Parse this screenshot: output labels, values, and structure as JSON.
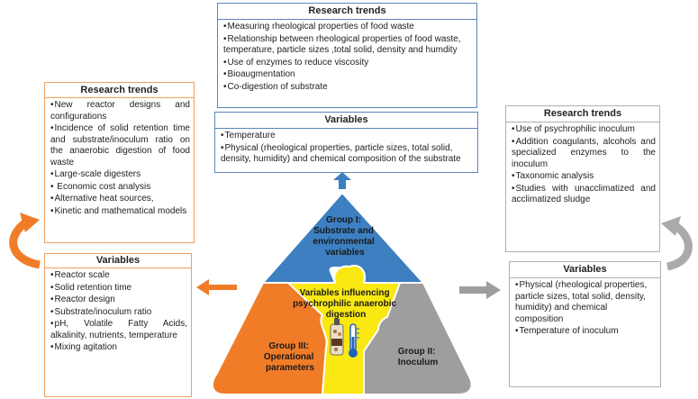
{
  "top": {
    "trends": {
      "title": "Research trends",
      "items": [
        "Measuring rheological properties of food waste",
        "Relationship between rheological properties of food waste, temperature, particle sizes ,total solid, density and humdity",
        "Use of enzymes to reduce viscosity",
        "Bioaugmentation",
        "Co-digestion of substrate"
      ]
    },
    "variables": {
      "title": "Variables",
      "items": [
        "Temperature",
        "Physical (rheological properties, particle sizes, total solid, density, humidity) and chemical composition of the substrate"
      ]
    }
  },
  "left": {
    "trends": {
      "title": "Research trends",
      "items": [
        "New reactor designs and configurations",
        "Incidence of solid retention time and substrate/inoculum ratio on the anaerobic digestion of food waste",
        "Large-scale digesters",
        " Economic cost analysis",
        "Alternative heat sources,",
        "Kinetic and mathematical models"
      ]
    },
    "variables": {
      "title": "Variables",
      "items": [
        "Reactor scale",
        "Solid retention time",
        "Reactor design",
        "Substrate/inoculum ratio",
        "pH, Volatile Fatty Acids, alkalinity, nutrients, temperature",
        "Mixing agitation"
      ]
    }
  },
  "right": {
    "trends": {
      "title": "Research trends",
      "items": [
        "Use of psychrophilic inoculum",
        "Addition coagulants, alcohols and specialized enzymes to the inoculum",
        "Taxonomic analysis",
        "Studies with unacclimatized and acclimatized sludge"
      ]
    },
    "variables": {
      "title": "Variables",
      "items": [
        "Physical (rheological properties, particle sizes, total solid, density, humidity) and chemical composition",
        "Temperature of inoculum"
      ]
    }
  },
  "pyramid": {
    "group1": [
      "Group I:",
      "Substrate and",
      "environmental",
      "variables"
    ],
    "group2": [
      "Group II:",
      "Inoculum"
    ],
    "group3": [
      "Group III:",
      "Operational",
      "parameters"
    ],
    "center": [
      "Variables influencing",
      "psychrophilic anaerobic",
      "digestion"
    ]
  },
  "colors": {
    "blue": "#3d7fc1",
    "orange": "#f07c28",
    "gray": "#9e9e9e",
    "yellow": "#f9e812"
  }
}
